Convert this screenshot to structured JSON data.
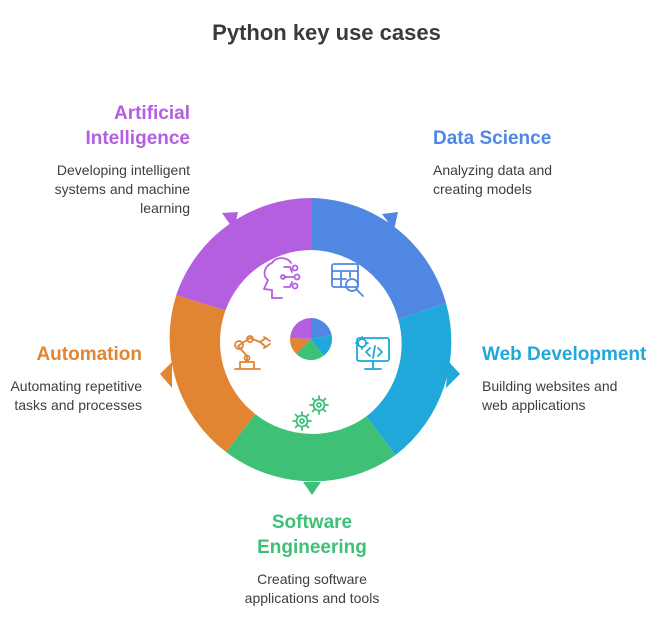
{
  "title": "Python key use cases",
  "colors": {
    "ai": "#b45ee0",
    "data_science": "#5087e3",
    "web": "#1fa8d9",
    "software": "#3fc077",
    "automation": "#e18532",
    "text": "#3e3e3e"
  },
  "cases": {
    "ai": {
      "title": "Artificial\nIntelligence",
      "desc": "Developing intelligent\nsystems and machine\nlearning",
      "icon": "brain-circuit-icon"
    },
    "data_science": {
      "title": "Data Science",
      "desc": "Analyzing data and\ncreating models",
      "icon": "table-search-icon"
    },
    "web": {
      "title": "Web Development",
      "desc": "Building websites and\nweb applications",
      "icon": "monitor-code-icon"
    },
    "software": {
      "title": "Software\nEngineering",
      "desc": "Creating software\napplications and tools",
      "icon": "gears-icon"
    },
    "automation": {
      "title": "Automation",
      "desc": "Automating repetitive\ntasks and processes",
      "icon": "robot-arm-icon"
    }
  },
  "center_icon": "pie-chart-icon"
}
